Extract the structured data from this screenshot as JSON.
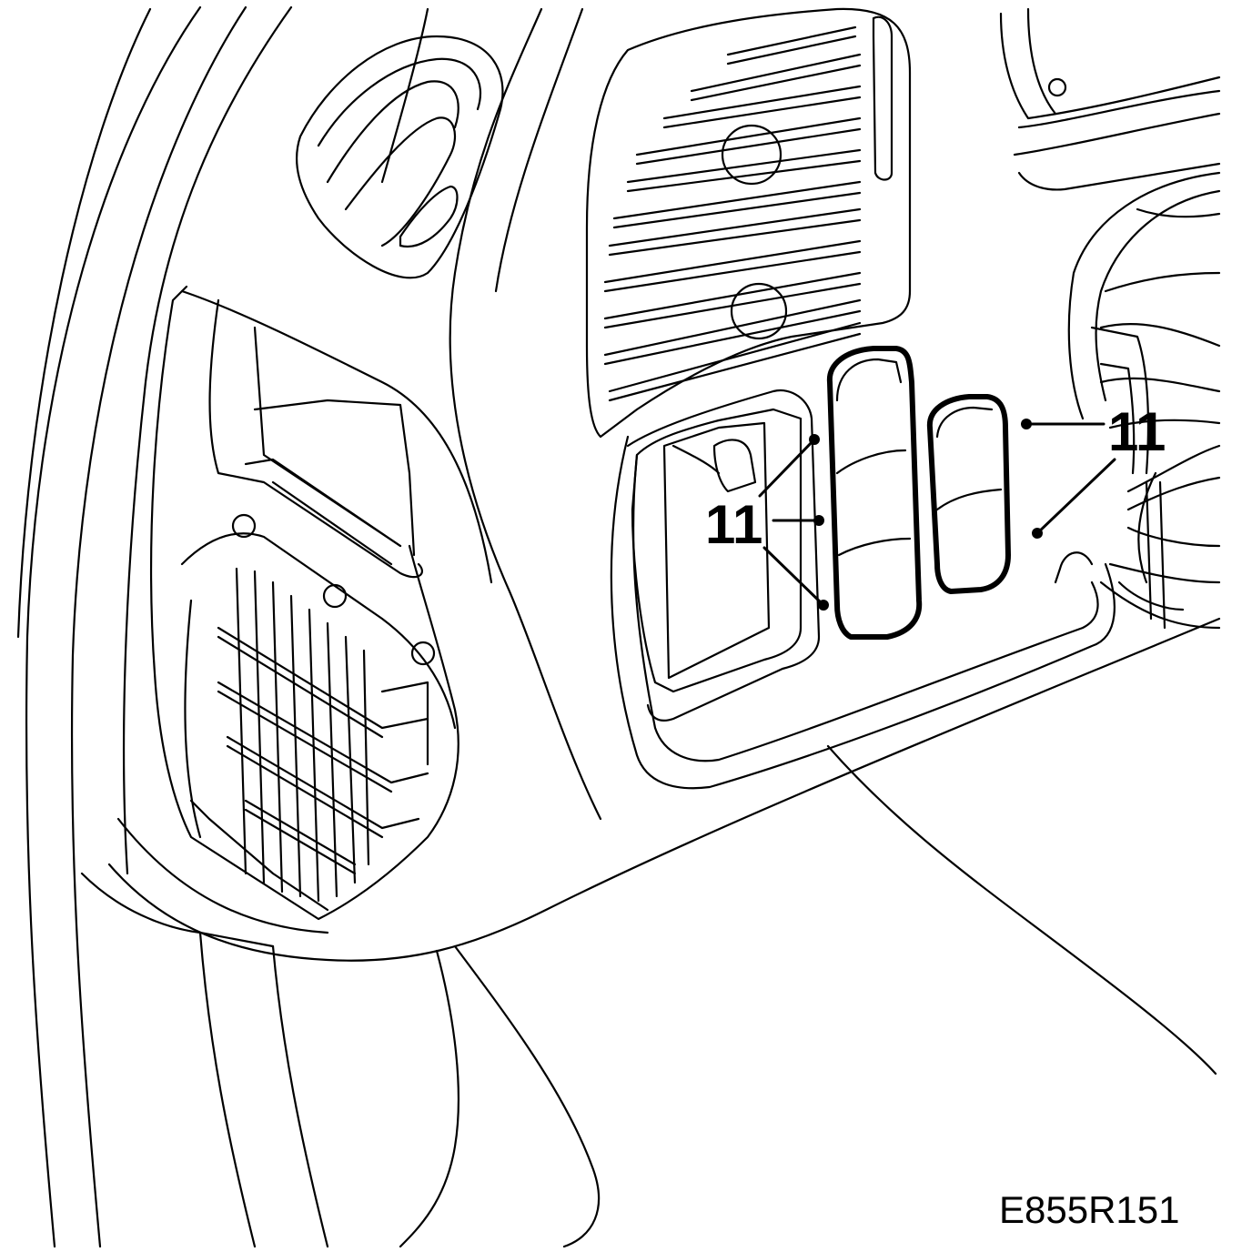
{
  "callouts": {
    "left": "11",
    "right": "11"
  },
  "figure_ref": "E855R151",
  "colors": {
    "line": "#000000",
    "background": "#ffffff"
  }
}
